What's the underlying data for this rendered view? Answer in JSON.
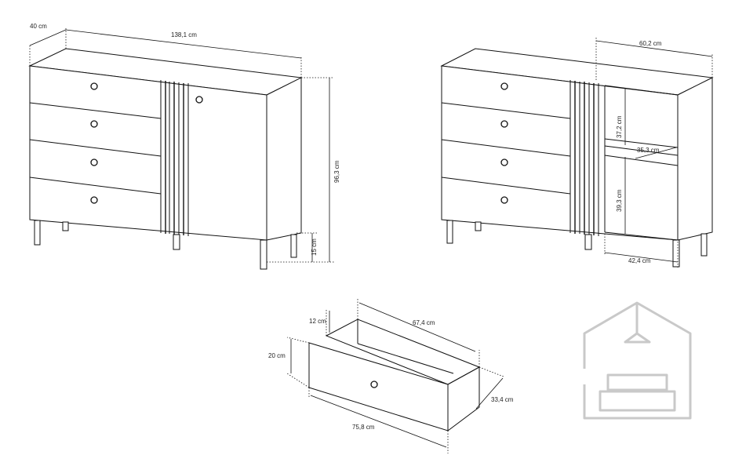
{
  "figure": {
    "views": [
      {
        "name": "closed-front-view",
        "dimensions": {
          "depth": "40 cm",
          "width": "138,1 cm",
          "height": "96,3 cm",
          "leg_height": "15 cm"
        }
      },
      {
        "name": "open-door-view",
        "dimensions": {
          "compartment_width_top": "60,2 cm",
          "upper_shelf_height": "37,2 cm",
          "shelf_depth": "35,3 cm",
          "lower_shelf_height": "39,3 cm",
          "compartment_width_bottom": "42,4 cm"
        }
      },
      {
        "name": "drawer-view",
        "dimensions": {
          "inner_height": "12 cm",
          "inner_length": "67,4 cm",
          "front_height": "20 cm",
          "drawer_depth": "33,4 cm",
          "front_width": "75,8 cm"
        }
      }
    ],
    "watermark_icon": "house-sofa-icon"
  }
}
